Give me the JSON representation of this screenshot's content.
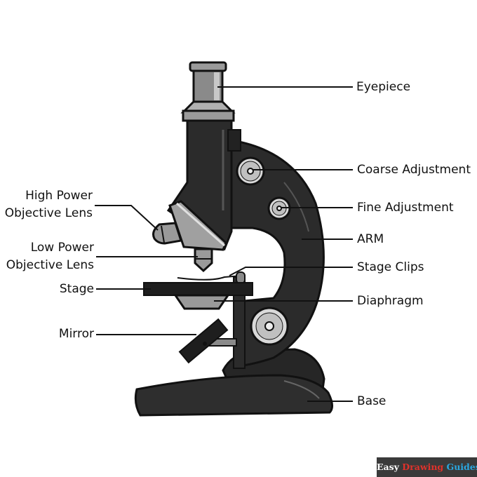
{
  "title": "Microscope parts diagram",
  "labels": {
    "eyepiece": "Eyepiece",
    "coarse_adjustment": "Coarse Adjustment",
    "fine_adjustment": "Fine Adjustment",
    "arm": "ARM",
    "stage_clips": "Stage Clips",
    "diaphragm": "Diaphragm",
    "base": "Base",
    "high_power_line1": "High Power",
    "high_power_line2": "Objective Lens",
    "low_power_line1": "Low Power",
    "low_power_line2": "Objective Lens",
    "stage": "Stage",
    "mirror": "Mirror"
  },
  "brand": {
    "word1": "Easy",
    "word2": "Drawing",
    "word3": "Guides"
  },
  "colors": {
    "body_dark": "#2b2b2b",
    "outline": "#111111",
    "metal_mid": "#8a8a8a",
    "metal_light": "#c8c8c8",
    "knob_light": "#d9d9d9",
    "brand_bg": "#3a3a3a",
    "brand_red": "#e0322b",
    "brand_blue": "#2aa7e0"
  }
}
